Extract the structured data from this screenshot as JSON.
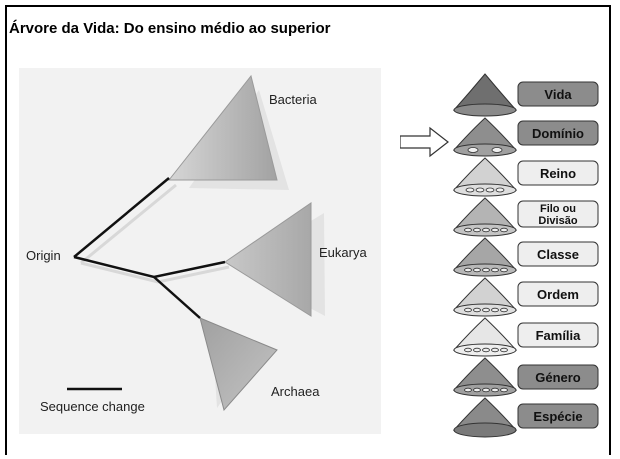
{
  "title": "Árvore da Vida: Do ensino médio ao superior",
  "tree": {
    "root_label": "Origin",
    "groups": [
      "Bacteria",
      "Eukarya",
      "Archaea"
    ],
    "scale_label": "Sequence change"
  },
  "taxonomy": {
    "ranks": [
      "Vida",
      "Domínio",
      "Reino",
      "Filo ou Divisão",
      "Classe",
      "Ordem",
      "Família",
      "Género",
      "Espécie"
    ],
    "rank_lines": {
      "filo_line1": "Filo ou",
      "filo_line2": "Divisão"
    },
    "highlighted_rank": "Domínio",
    "colors": {
      "top_fill": "#6f6f6f",
      "dark_fill": "#8e8e8e",
      "mid_fill": "#b4b4b4",
      "light_fill": "#d2d2d2",
      "label_dark": "#8c8c8c",
      "label_light": "#eeeeee"
    }
  }
}
